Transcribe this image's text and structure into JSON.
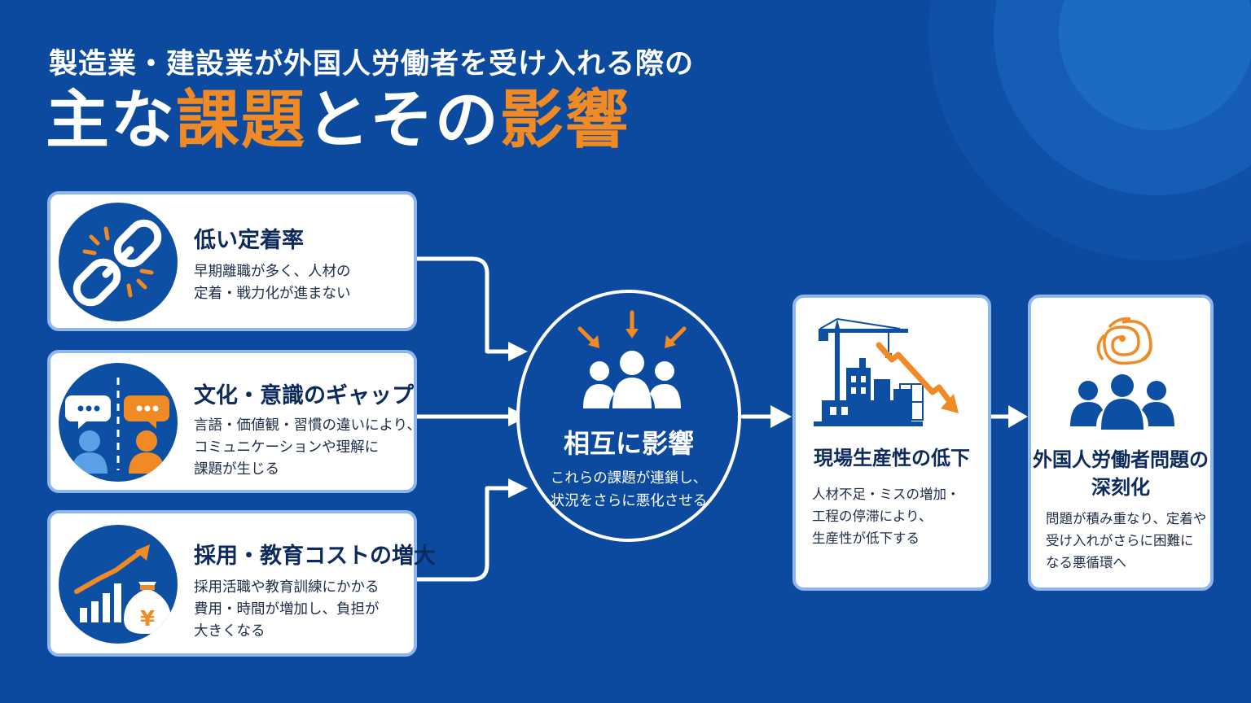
{
  "colors": {
    "background": "#0b4a9e",
    "accent": "#f08a24",
    "card_bg": "#ffffff",
    "card_border": "#8fb6ea",
    "icon_blue": "#0d4fa3",
    "light_blue": "#5aa0e6"
  },
  "header": {
    "subtitle": "製造業・建設業が外国人労働者を受け入れる際の",
    "title_parts": [
      "主な",
      "課題",
      "とその",
      "影響"
    ]
  },
  "issues": [
    {
      "icon": "broken-chain-icon",
      "title": "低い定着率",
      "desc": [
        "早期離職が多く、人材の",
        "定着・戦力化が進まない"
      ]
    },
    {
      "icon": "culture-gap-icon",
      "title": "文化・意識のギャップ",
      "desc": [
        "言語・価値観・習慣の違いにより、",
        "コミュニケーションや理解に",
        "課題が生じる"
      ]
    },
    {
      "icon": "cost-increase-icon",
      "title": "採用・教育コストの増大",
      "desc": [
        "採用活職や教育訓練にかかる",
        "費用・時間が増加し、負担が",
        "大きくなる"
      ]
    }
  ],
  "center": {
    "icon": "people-group-icon",
    "title": "相互に影響",
    "desc": [
      "これらの課題が連鎖し、",
      "状況をさらに悪化させる"
    ]
  },
  "impacts": [
    {
      "icon": "construction-decline-icon",
      "title": [
        "現場生産性の低下"
      ],
      "desc": [
        "人材不足・ミスの増加・",
        "工程の停滞により、",
        "生産性が低下する"
      ]
    },
    {
      "icon": "worried-workers-icon",
      "title": [
        "外国人労働者問題の",
        "深刻化"
      ],
      "desc": [
        "問題が積み重なり、定着や",
        "受け入れがさらに困難に",
        "なる悪循環へ"
      ]
    }
  ],
  "yen_symbol": "¥"
}
